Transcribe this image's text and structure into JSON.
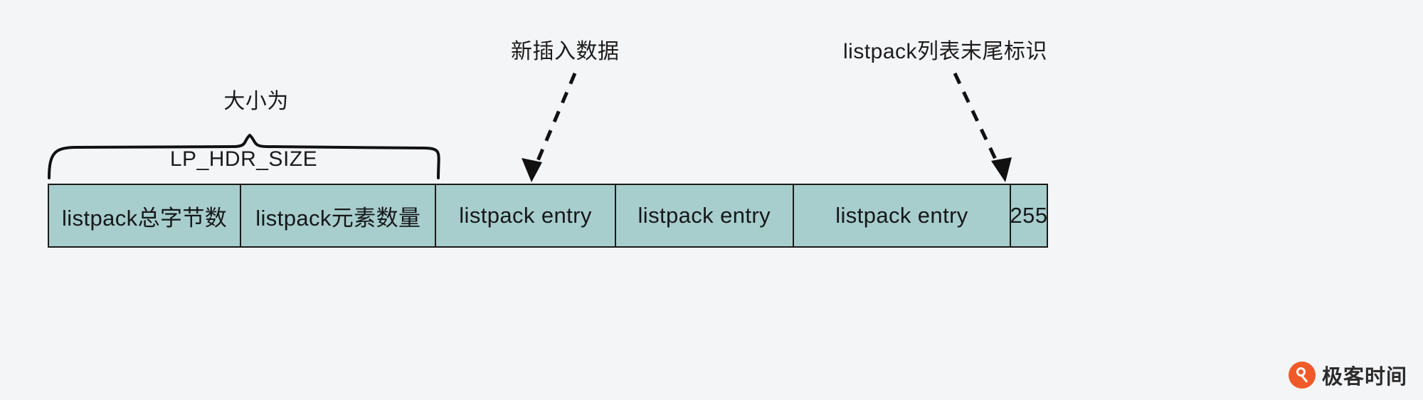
{
  "diagram": {
    "title": "listpack memory layout",
    "background_color": "#f4f5f7",
    "cell_fill_color": "#a8cdcd",
    "border_color": "#1a1a1a",
    "text_color": "#15181a"
  },
  "annotations": {
    "brace": {
      "line1": "大小为",
      "line2": "LP_HDR_SIZE"
    },
    "insert": {
      "label": "新插入数据"
    },
    "tail": {
      "label": "listpack列表末尾标识"
    }
  },
  "listpack": {
    "cells": [
      {
        "label": "listpack总字节数"
      },
      {
        "label": "listpack元素数量"
      },
      {
        "label": "listpack entry"
      },
      {
        "label": "listpack entry"
      },
      {
        "label": "listpack entry"
      },
      {
        "label": "255"
      }
    ]
  },
  "watermark": {
    "text": "极客时间",
    "brand_color": "#f05a28"
  }
}
